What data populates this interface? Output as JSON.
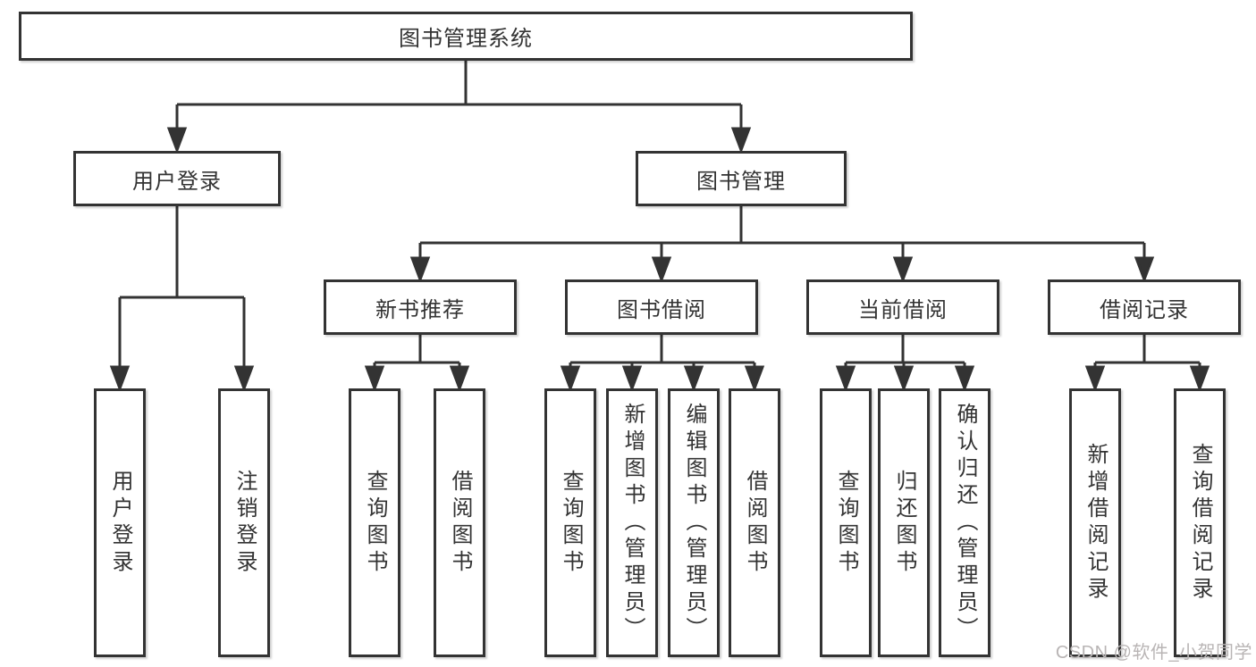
{
  "tree": {
    "root": {
      "label": "图书管理系统"
    },
    "branches": [
      {
        "label": "用户登录",
        "children": [
          {
            "label": "用户登录"
          },
          {
            "label": "注销登录"
          }
        ]
      },
      {
        "label": "图书管理",
        "children": [
          {
            "label": "新书推荐",
            "children": [
              {
                "label": "查询图书"
              },
              {
                "label": "借阅图书"
              }
            ]
          },
          {
            "label": "图书借阅",
            "children": [
              {
                "label": "查询图书"
              },
              {
                "label": "新增图书（管理员）"
              },
              {
                "label": "编辑图书（管理员）"
              },
              {
                "label": "借阅图书"
              }
            ]
          },
          {
            "label": "当前借阅",
            "children": [
              {
                "label": "查询图书"
              },
              {
                "label": "归还图书"
              },
              {
                "label": "确认归还（管理员）"
              }
            ]
          },
          {
            "label": "借阅记录",
            "children": [
              {
                "label": "新增借阅记录"
              },
              {
                "label": "查询借阅记录"
              }
            ]
          }
        ]
      }
    ]
  },
  "watermark": {
    "text": "CSDN @软件_小贺同学"
  },
  "colors": {
    "line": "#333333",
    "box_border": "#333333",
    "text": "#333333",
    "background": "#ffffff",
    "watermark": "#b9b5b5"
  }
}
